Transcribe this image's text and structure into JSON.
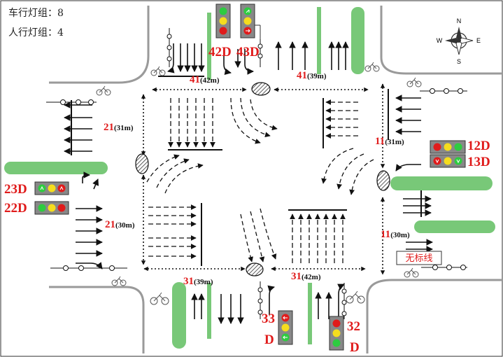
{
  "info": {
    "vehicle_groups": "车行灯组：8",
    "ped_groups": "人行灯组：4"
  },
  "compass": {
    "n": "N",
    "s": "S",
    "e": "E",
    "w": "W"
  },
  "crossings": {
    "north": {
      "code": "41",
      "len": "(42m)"
    },
    "north2": {
      "code": "41",
      "len": "(39m)"
    },
    "west": {
      "code": "21",
      "len": "(31m)"
    },
    "west2": {
      "code": "21",
      "len": "(30m)"
    },
    "east": {
      "code": "11",
      "len": "(31m)"
    },
    "east2": {
      "code": "11",
      "len": "(30m)"
    },
    "south": {
      "code": "31",
      "len": "(39m)"
    },
    "south2": {
      "code": "31",
      "len": "(42m)"
    }
  },
  "signals": {
    "s42d": "42D",
    "s43d": "43D",
    "s12d": "12D",
    "s13d": "13D",
    "s23d": "23D",
    "s22d": "22D",
    "s33": "33",
    "s33d": "D",
    "s32": "32",
    "s32d": "D"
  },
  "no_marking": "无标线",
  "colors": {
    "green": "#78c878",
    "red": "#e01b1b",
    "yellow": "#f5dd1e",
    "signal_green": "#2ecc40"
  }
}
